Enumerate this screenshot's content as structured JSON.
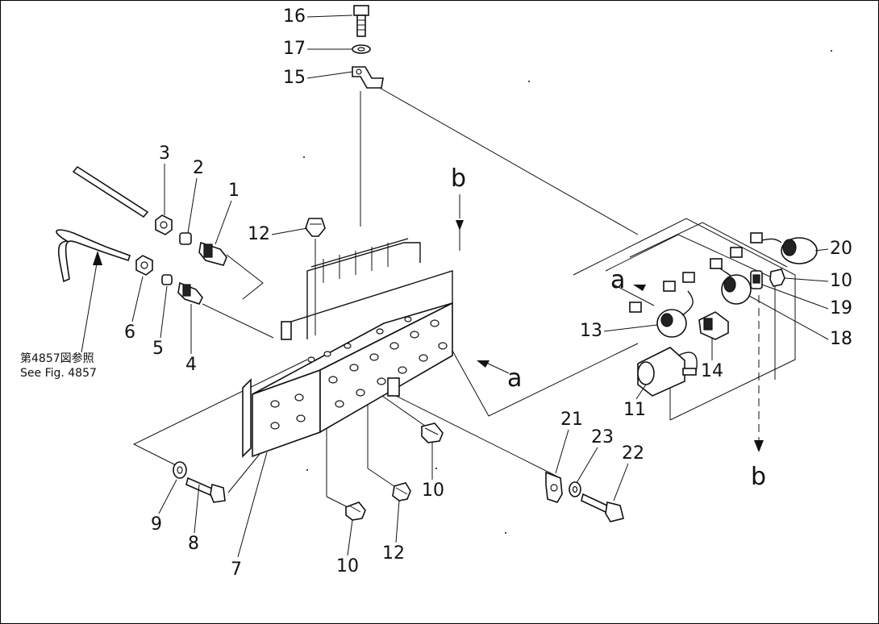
{
  "diagram": {
    "part_numbers": {
      "p1": "1",
      "p2": "2",
      "p3": "3",
      "p4": "4",
      "p5": "5",
      "p6": "6",
      "p7": "7",
      "p8": "8",
      "p9": "9",
      "p10a": "10",
      "p10b": "10",
      "p10c": "10",
      "p11": "11",
      "p12a": "12",
      "p12b": "12",
      "p13": "13",
      "p14": "14",
      "p15": "15",
      "p16": "16",
      "p17": "17",
      "p18": "18",
      "p19": "19",
      "p20": "20",
      "p21": "21",
      "p22": "22",
      "p23": "23"
    },
    "connection_letters": {
      "a_left": "a",
      "a_right": "a",
      "b_top": "b",
      "b_bottom": "b"
    },
    "reference_note": {
      "line1": "第4857図参照",
      "line2": "See  Fig. 4857"
    }
  }
}
